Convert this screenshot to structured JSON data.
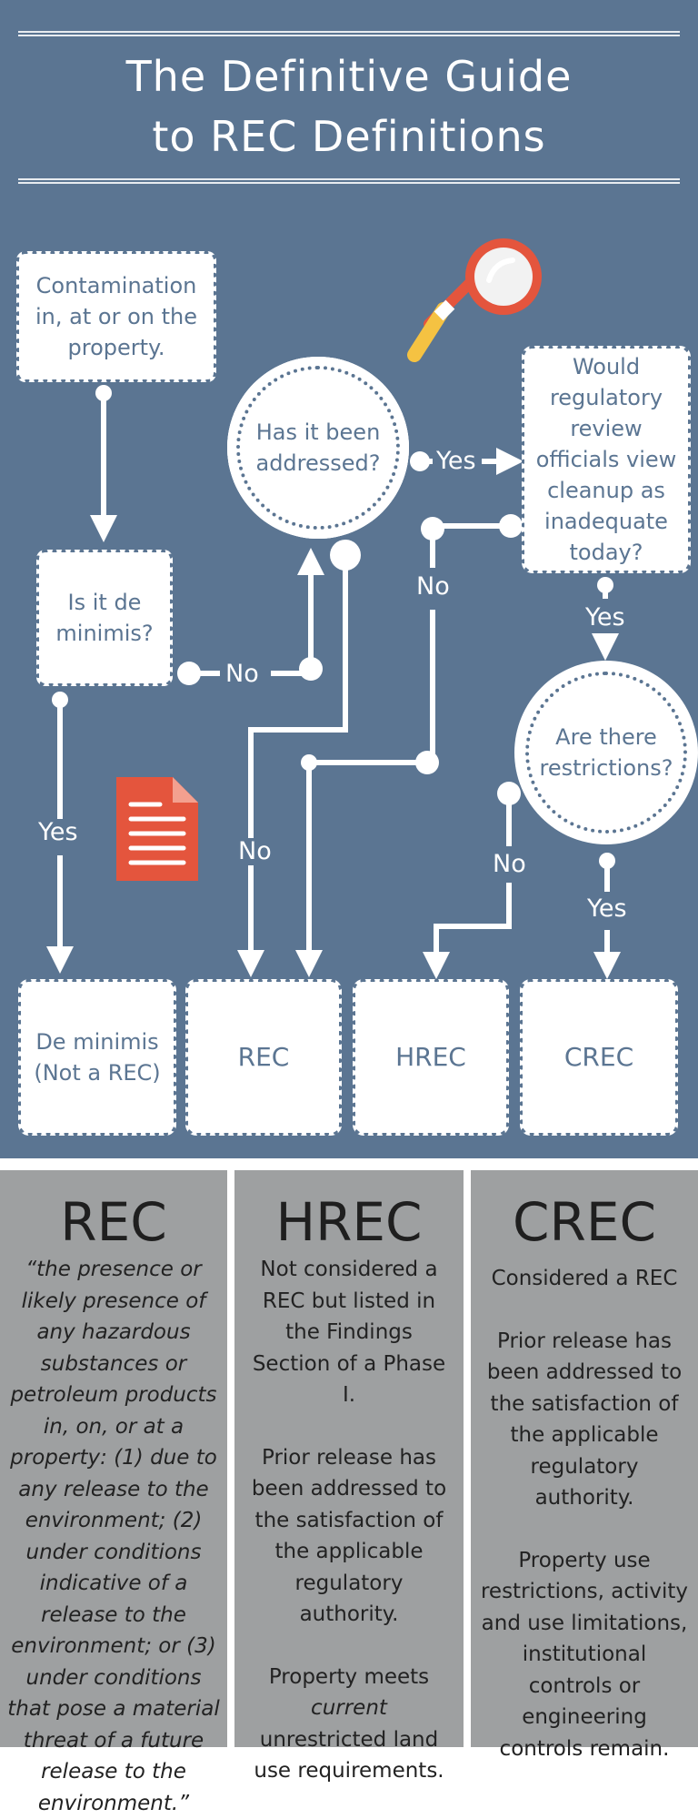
{
  "title": {
    "line1": "The Definitive Guide",
    "line2": "to REC Definitions"
  },
  "nodes": {
    "contamination": "Contamination in, at or on the property.",
    "deminimis_q": "Is it de minimis?",
    "addressed_q": "Has it been addressed?",
    "regulatory_q": "Would regulatory review officials view cleanup as inadequate today?",
    "restrictions_q": "Are there restrictions?",
    "out_deminimis": "De minimis (Not a REC)",
    "out_rec": "REC",
    "out_hrec": "HREC",
    "out_crec": "CREC"
  },
  "edge_labels": {
    "no": "No",
    "yes": "Yes"
  },
  "icons": [
    "magnifier-icon",
    "document-icon"
  ],
  "colors": {
    "background": "#5b7592",
    "node": "#ffffff",
    "panel": "#9ea0a1",
    "accent": "#e4553d",
    "handle": "#f5c242"
  },
  "columns": [
    {
      "heading": "REC",
      "paragraphs": [
        "“the presence or likely presence of any hazardous substances or petroleum products in, on, or at a property: (1) due to any release to the environment; (2) under conditions indicative of a release to the environment; or (3) under conditions that pose a material threat of a future release to the environment.”"
      ]
    },
    {
      "heading": "HREC",
      "paragraphs": [
        "Not considered a REC but listed in the Findings Section of a Phase I.",
        "Prior release has been addressed to the satisfaction of the applicable regulatory authority.",
        "Property meets current unrestricted land use requirements."
      ],
      "emphasis": "current"
    },
    {
      "heading": "CREC",
      "paragraphs": [
        "Considered a REC",
        "Prior release has been addressed to the satisfaction of the applicable regulatory authority.",
        "Property use restrictions, activity and use limitations, institutional controls or engineering controls remain."
      ]
    }
  ]
}
